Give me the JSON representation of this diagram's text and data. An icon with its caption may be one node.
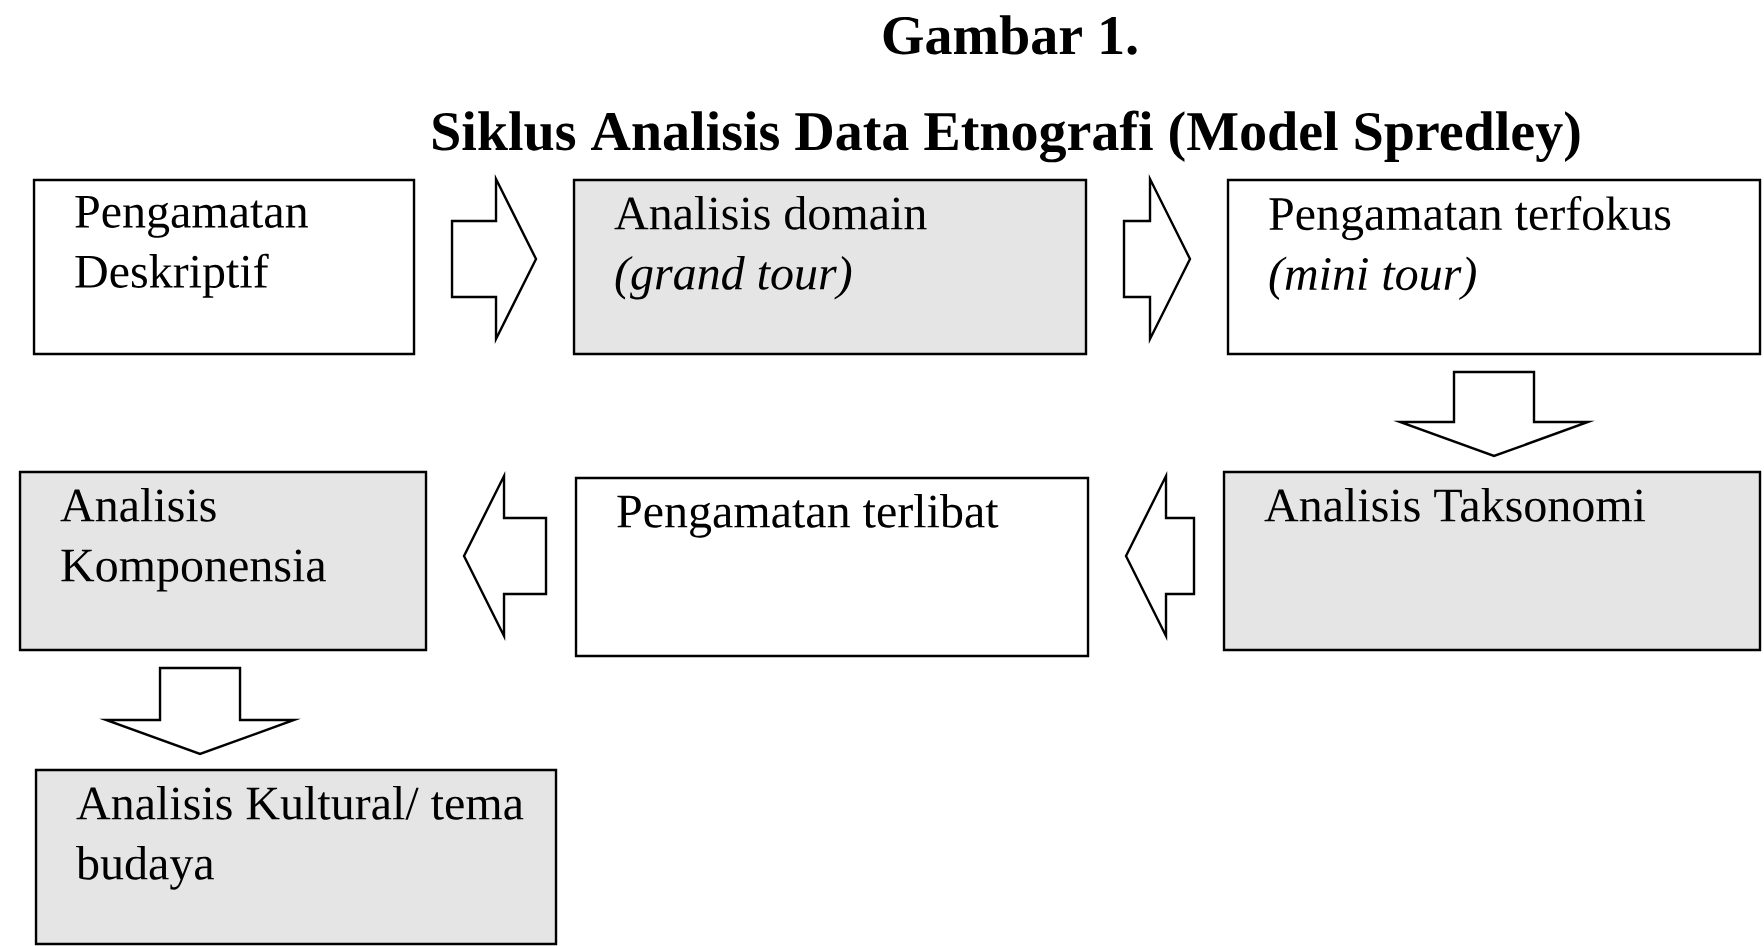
{
  "diagram": {
    "title": "Siklus Analisis Data Etnografi (Model Spredley)",
    "nodes": [
      {
        "text": [
          "Pengamatan Deskriptif"
        ]
      },
      {
        "text": [
          "Analisis domain",
          "(grand tour)"
        ]
      },
      {
        "text": [
          "Pengamatan terfokus",
          "(mini tour)"
        ]
      },
      {
        "text": [
          "Analisis Taksonomi"
        ]
      },
      {
        "text": [
          "Pengamatan terlibat"
        ]
      },
      {
        "text": [
          "Analisis Komponensia"
        ]
      },
      {
        "text": [
          "Analisis Kultural/ tema budaya"
        ]
      }
    ],
    "edges": [
      {
        "from": 0,
        "to": 1,
        "arrow": "to"
      },
      {
        "from": 1,
        "to": 2,
        "arrow": "to"
      },
      {
        "from": 2,
        "to": 3,
        "arrow": "to"
      },
      {
        "from": 3,
        "to": 4,
        "arrow": "to"
      },
      {
        "from": 4,
        "to": 5,
        "arrow": "to"
      },
      {
        "from": 5,
        "to": 6,
        "arrow": "to"
      }
    ],
    "labels": [
      "Gambar 1."
    ]
  }
}
